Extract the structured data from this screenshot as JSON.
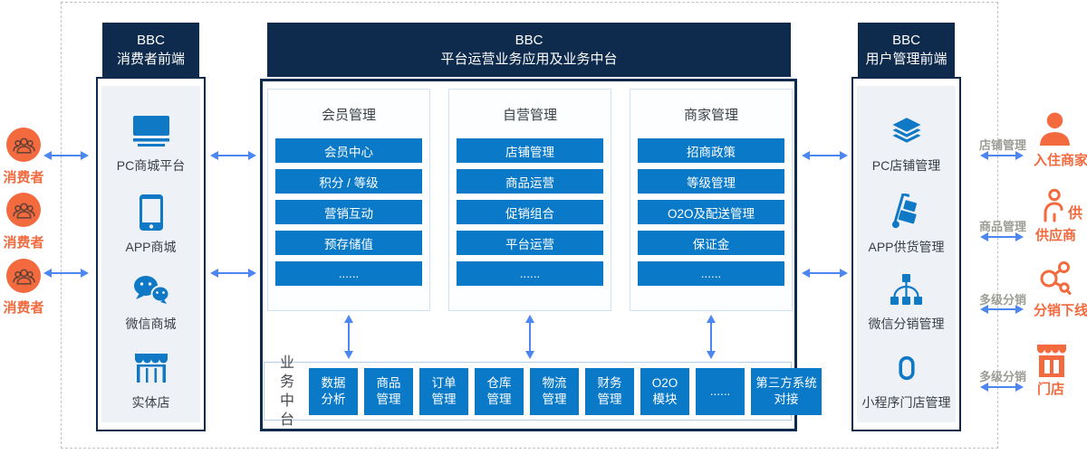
{
  "diagram": {
    "left_actors": [
      {
        "label": "消费者"
      },
      {
        "label": "消费者"
      },
      {
        "label": "消费者"
      }
    ],
    "left_panel": {
      "title": "BBC\n消费者前端",
      "items": [
        {
          "icon": "pc-mall-icon",
          "label": "PC商城平台"
        },
        {
          "icon": "app-mall-icon",
          "label": "APP商城"
        },
        {
          "icon": "wechat-mall-icon",
          "label": "微信商城"
        },
        {
          "icon": "store-front-icon",
          "label": "实体店"
        }
      ]
    },
    "center_panel": {
      "title": "BBC\n平台运营业务应用及业务中台",
      "columns": [
        {
          "title": "会员管理",
          "items": [
            "会员中心",
            "积分 / 等级",
            "营销互动",
            "预存储值",
            "......"
          ]
        },
        {
          "title": "自营管理",
          "items": [
            "店铺管理",
            "商品运营",
            "促销组合",
            "平台运营",
            "......"
          ]
        },
        {
          "title": "商家管理",
          "items": [
            "招商政策",
            "等级管理",
            "O2O及配送管理",
            "保证金",
            "......"
          ]
        }
      ],
      "middle_platform": {
        "label": "业务\n中台",
        "modules": [
          "数据\n分析",
          "商品\n管理",
          "订单\n管理",
          "仓库\n管理",
          "物流\n管理",
          "财务\n管理",
          "O2O\n模块",
          "......",
          "第三方系统\n对接"
        ]
      }
    },
    "right_panel": {
      "title": "BBC\n用户管理前端",
      "items": [
        {
          "icon": "layers-icon",
          "label": "PC店铺管理"
        },
        {
          "icon": "trolley-icon",
          "label": "APP供货管理"
        },
        {
          "icon": "hierarchy-icon",
          "label": "微信分销管理"
        },
        {
          "icon": "miniprogram-icon",
          "label": "小程序门店管理"
        }
      ]
    },
    "right_actors": [
      {
        "arrow_label": "店铺管理",
        "icon": "merchant-icon",
        "label": "入住商家"
      },
      {
        "arrow_label": "商品管理",
        "icon": "supplier-icon",
        "side_char": "供",
        "label": "供应商"
      },
      {
        "arrow_label": "多级分销",
        "icon": "share-icon",
        "label": "分销下线"
      },
      {
        "arrow_label": "多级分销",
        "icon": "shop-icon",
        "label": "门店"
      }
    ],
    "colors": {
      "navy": "#0e2a4c",
      "button_blue": "#0a7ac8",
      "arrow_blue": "#4c86f0",
      "orange": "#f26a3e",
      "gray_label": "#9d9d97",
      "panel_bg": "#eef1f5"
    }
  }
}
